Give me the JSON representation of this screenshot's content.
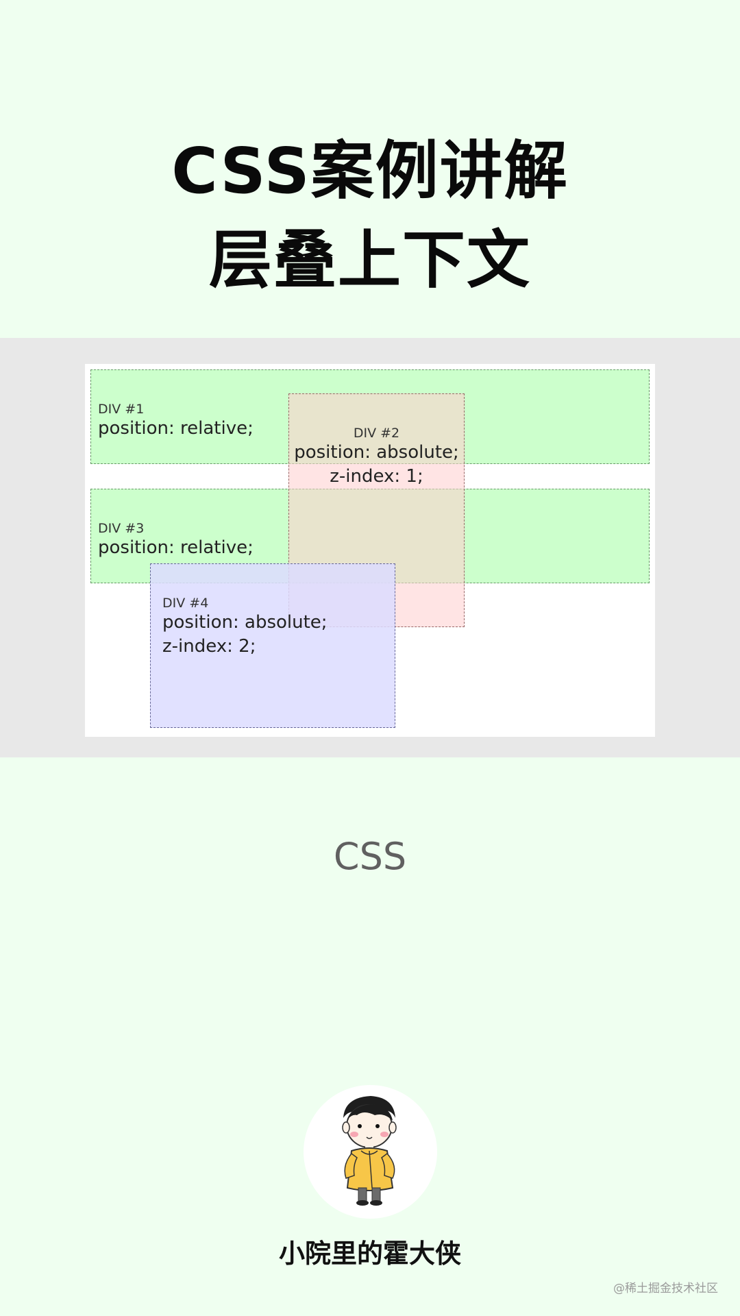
{
  "title": {
    "line1": "CSS案例讲解",
    "line2": "层叠上下文"
  },
  "demo": {
    "div1": {
      "label": "DIV #1",
      "style_lines": [
        "position: relative;"
      ]
    },
    "div2": {
      "label": "DIV #2",
      "style_lines": [
        "position: absolute;",
        "z-index: 1;"
      ]
    },
    "div3": {
      "label": "DIV #3",
      "style_lines": [
        "position: relative;"
      ]
    },
    "div4": {
      "label": "DIV #4",
      "style_lines": [
        "position: absolute;",
        "z-index: 2;"
      ]
    }
  },
  "category_label": "CSS",
  "author": {
    "name": "小院里的霍大侠",
    "avatar_icon": "cartoon-person-icon"
  },
  "watermark": "@稀土掘金技术社区",
  "colors": {
    "page_bg": "#effff0",
    "relative_box": "#ccffcc",
    "div2_box": "#ffcdcd",
    "div4_box": "#dcdcff",
    "robe": "#f7c648"
  }
}
